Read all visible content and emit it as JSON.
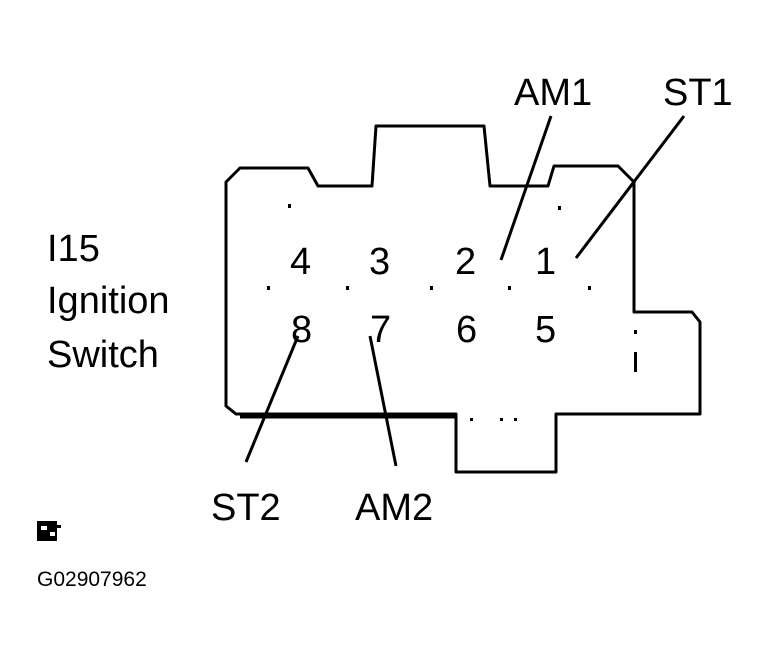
{
  "connector": {
    "id": "I15",
    "name_line1": "Ignition",
    "name_line2": "Switch"
  },
  "pins_top": [
    "4",
    "3",
    "2",
    "1"
  ],
  "pins_bottom": [
    "8",
    "7",
    "6",
    "5"
  ],
  "callouts": {
    "am1": "AM1",
    "st1": "ST1",
    "st2": "ST2",
    "am2": "AM2"
  },
  "icons": {
    "female_connector": "female-connector-icon"
  },
  "figure_code": "G02907962"
}
